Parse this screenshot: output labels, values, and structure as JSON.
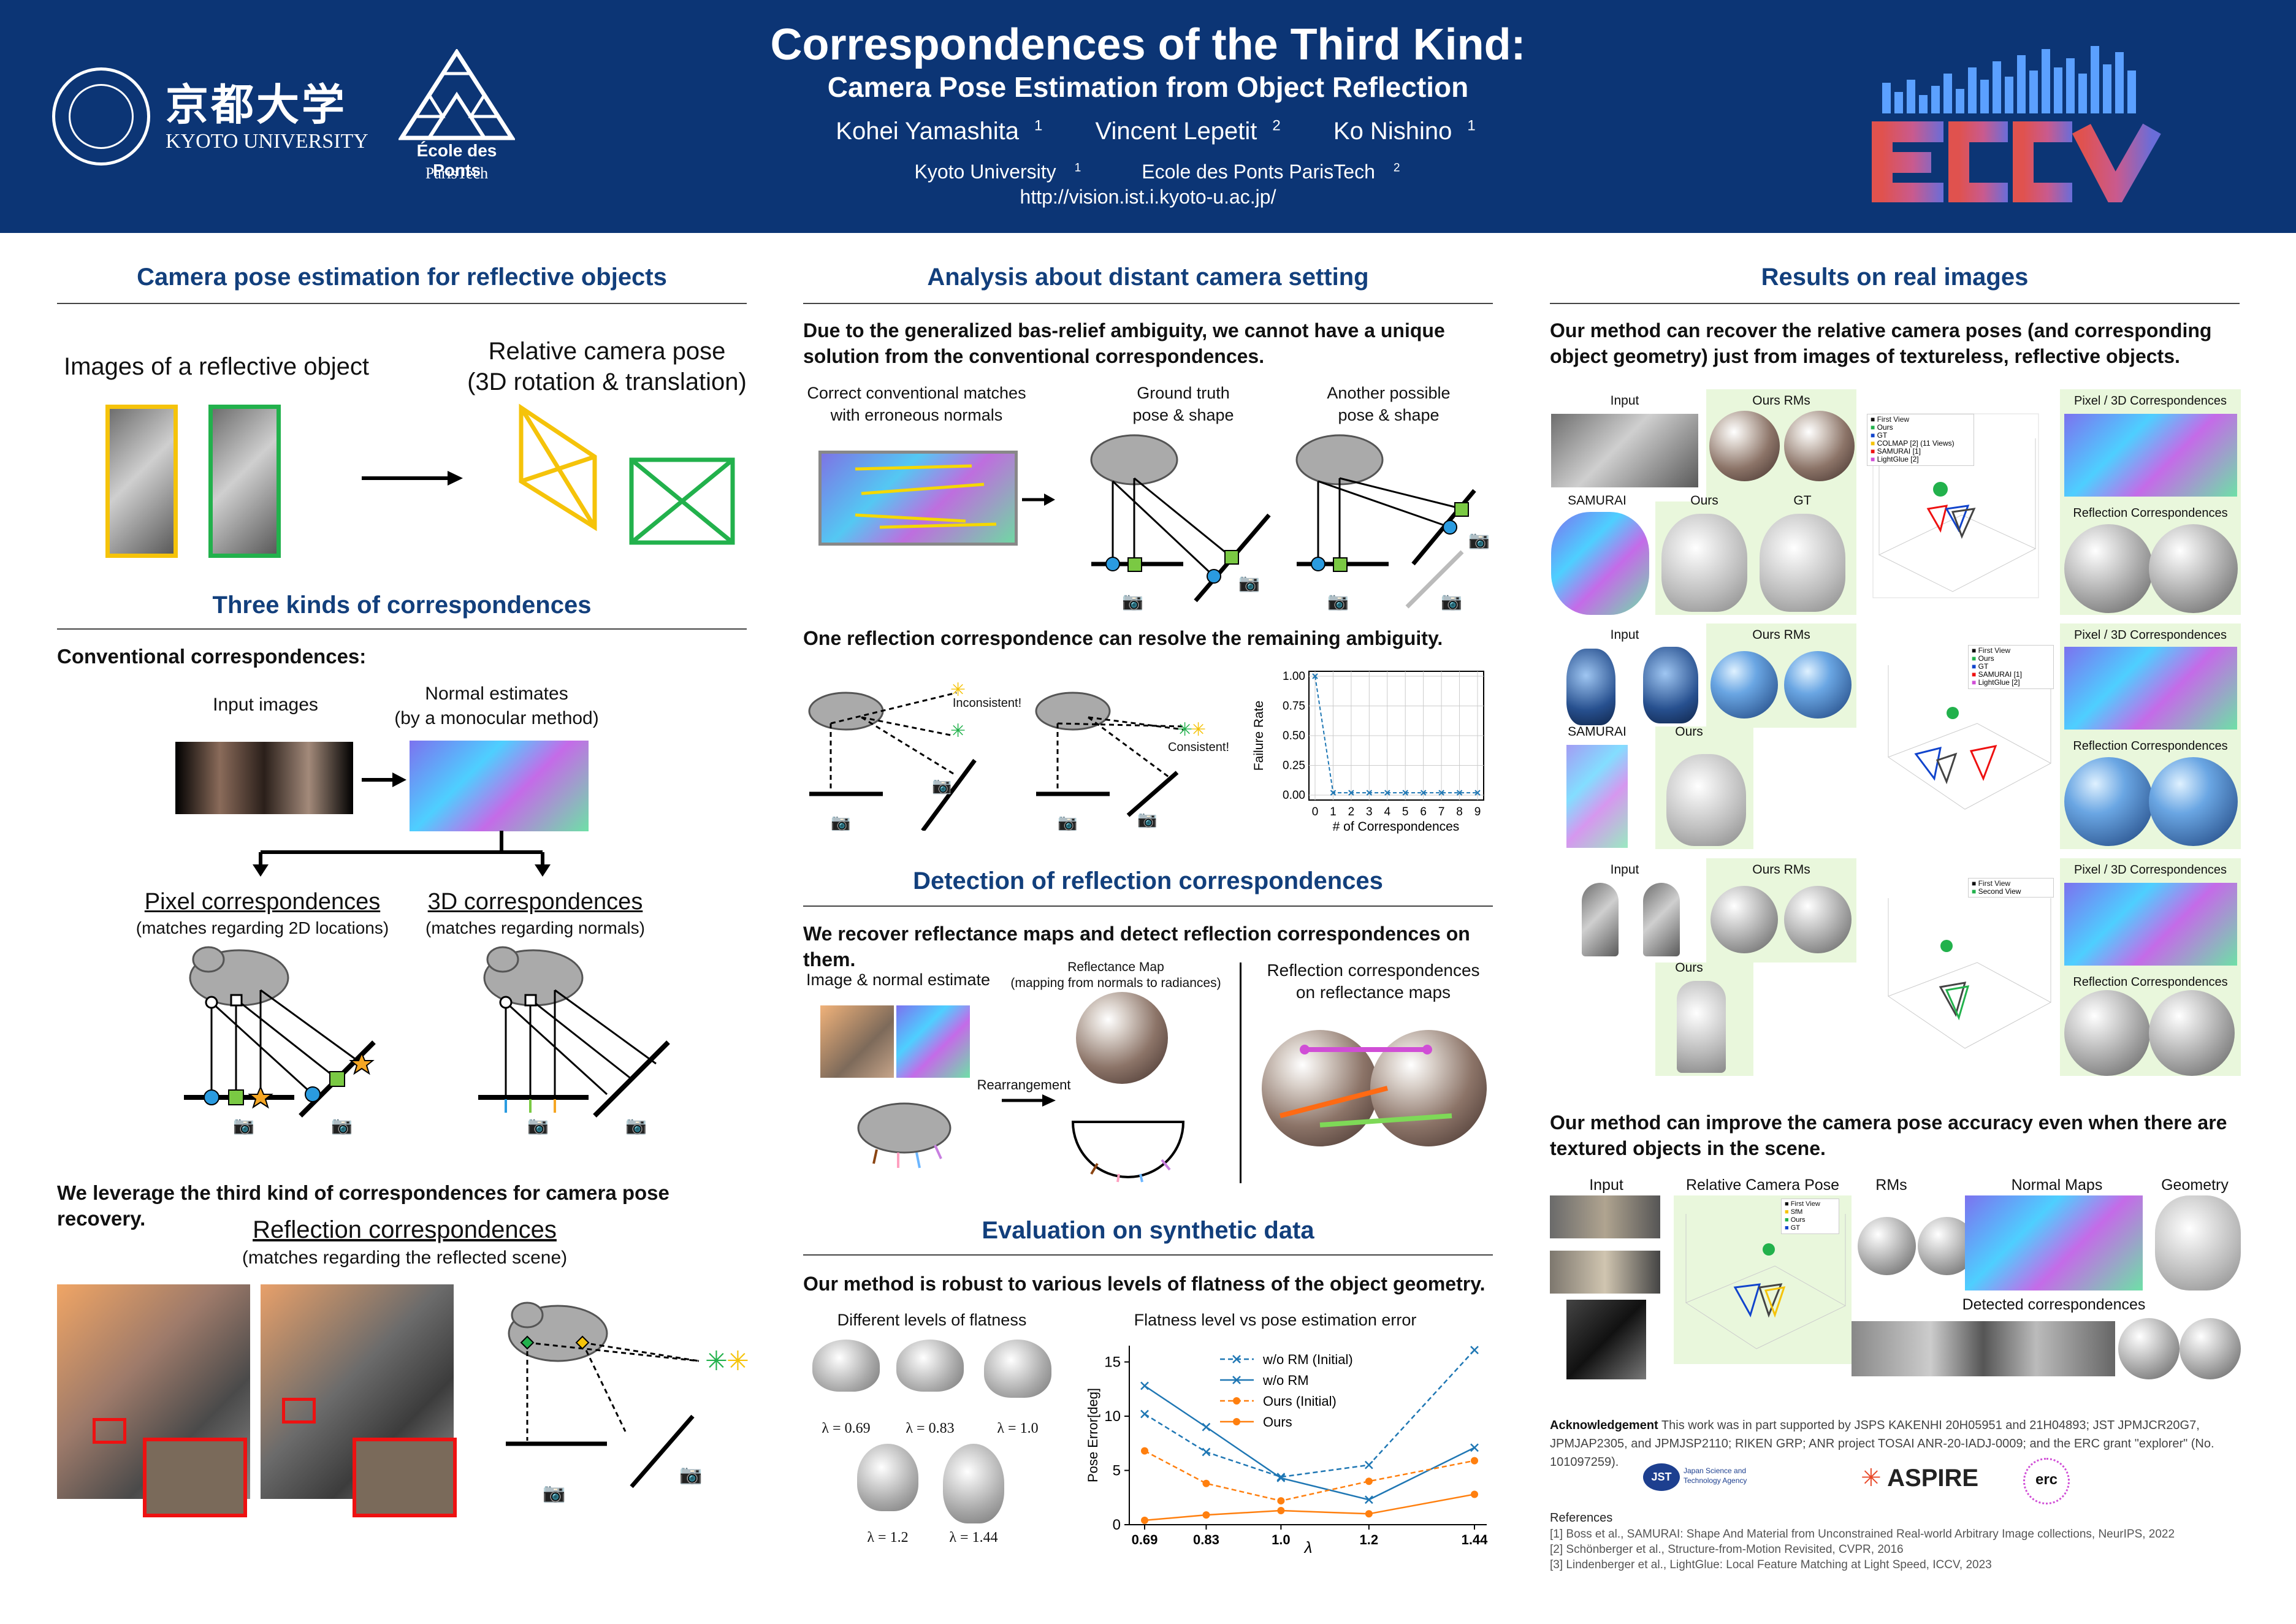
{
  "header": {
    "title_line1": "Correspondences of the Third Kind:",
    "title_line2": "Camera Pose Estimation from Object Reflection",
    "authors": [
      {
        "name": "Kohei Yamashita",
        "sup": "1"
      },
      {
        "name": "Vincent Lepetit",
        "sup": "2"
      },
      {
        "name": "Ko Nishino",
        "sup": "1"
      }
    ],
    "affiliations": [
      {
        "name": "Kyoto University",
        "sup": "1"
      },
      {
        "name": "Ecole des Ponts ParisTech",
        "sup": "2"
      }
    ],
    "url": "http://vision.ist.i.kyoto-u.ac.jp/",
    "kyoto_jp": "京都大学",
    "kyoto_en": "KYOTO UNIVERSITY",
    "ponts_name": "École des Ponts",
    "ponts_sub": "ParisTech"
  },
  "col1": {
    "sec1_title": "Camera pose estimation for reflective objects",
    "images_label": "Images of a reflective object",
    "pose_label_1": "Relative camera pose",
    "pose_label_2": "(3D rotation & translation)",
    "sec2_title": "Three kinds of correspondences",
    "conventional": "Conventional correspondences:",
    "input_images": "Input images",
    "normal_est_1": "Normal estimates",
    "normal_est_2": "(by a monocular method)",
    "pixel_corr": "Pixel correspondences",
    "pixel_corr_sub": "(matches regarding 2D locations)",
    "corr3d": "3D correspondences",
    "corr3d_sub": "(matches regarding normals)",
    "leverage": "We leverage the third kind of correspondences for camera pose recovery.",
    "refl_corr": "Reflection correspondences",
    "refl_corr_sub": "(matches regarding the reflected scene)"
  },
  "col2": {
    "sec1_title": "Analysis about distant camera setting",
    "sec1_text": "Due to the generalized bas-relief ambiguity, we cannot have a unique solution from the conventional correspondences.",
    "cap_a1": "Correct conventional matches",
    "cap_a2": "with erroneous normals",
    "cap_b1": "Ground truth",
    "cap_b2": "pose & shape",
    "cap_c1": "Another possible",
    "cap_c2": "pose & shape",
    "resolve_text": "One reflection correspondence can resolve the remaining ambiguity.",
    "inconsistent": "Inconsistent!",
    "consistent": "Consistent!",
    "sec2_title": "Detection of reflection correspondences",
    "sec2_text": "We recover reflectance maps and detect reflection correspondences on them.",
    "img_normal": "Image & normal estimate",
    "rm_title": "Reflectance Map",
    "rm_sub": "(mapping from normals to radiances)",
    "rearrangement": "Rearrangement",
    "refl_on_rm_1": "Reflection correspondences",
    "refl_on_rm_2": "on reflectance maps",
    "sec3_title": "Evaluation on synthetic data",
    "sec3_text": "Our method is robust to various levels of flatness of the object geometry.",
    "flatness_label": "Different levels of flatness",
    "flat_vs_err": "Flatness level vs pose estimation error",
    "lambdas": [
      "λ = 0.69",
      "λ = 0.83",
      "λ = 1.0",
      "λ = 1.2",
      "λ = 1.44"
    ]
  },
  "col3": {
    "sec1_title": "Results on real images",
    "text1": "Our method can recover the relative camera poses (and corresponding object geometry) just from images of textureless, reflective objects.",
    "input": "Input",
    "ours_rms": "Ours RMs",
    "samurai": "SAMURAI",
    "ours": "Ours",
    "gt": "GT",
    "pixel3d": "Pixel / 3D Correspondences",
    "refl_corr": "Reflection Correspondences",
    "legend1": [
      "First View",
      "Ours",
      "GT",
      "COLMAP [2] (11 Views)",
      "SAMURAI [1]",
      "LightGlue [2]"
    ],
    "legend2": [
      "First View",
      "Ours",
      "GT",
      "SAMURAI [1]",
      "LightGlue [2]"
    ],
    "legend3": [
      "First View",
      "Second View"
    ],
    "legend4": [
      "First View",
      "SfM",
      "Ours",
      "GT"
    ],
    "text2": "Our method can improve the camera pose accuracy even when there are textured objects in the scene.",
    "rel_cam_pose": "Relative Camera Pose",
    "rms": "RMs",
    "normal_maps": "Normal Maps",
    "geometry": "Geometry",
    "detected_corr": "Detected correspondences",
    "ack_label": "Acknowledgement",
    "ack_text": "This work was in part supported by JSPS KAKENHI 20H05951 and 21H04893; JST JPMJCR20G7, JPMJAP2305, and JPMJSP2110; RIKEN GRP; ANR project TOSAI ANR-20-IADJ-0009; and the ERC grant \"explorer\" (No. 101097259).",
    "jst_name": "Japan Science and Technology Agency",
    "jst_abbr": "JST",
    "aspire": "ASPIRE",
    "erc": "erc",
    "refs_title": "References",
    "refs": [
      "[1] Boss et al., SAMURAI: Shape And Material from Unconstrained Real-world Arbitrary Image collections, NeurIPS, 2022",
      "[2] Schönberger et al., Structure-from-Motion Revisited, CVPR, 2016",
      "[3] Lindenberger et al., LightGlue: Local Feature Matching at Light Speed, ICCV, 2023"
    ]
  },
  "chart_data": [
    {
      "type": "line",
      "title": "",
      "xlabel": "# of Correspondences",
      "ylabel": "Failure Rate",
      "x": [
        0,
        1,
        2,
        3,
        4,
        5,
        6,
        7,
        8,
        9
      ],
      "series": [
        {
          "values": [
            1.0,
            0.02,
            0.02,
            0.02,
            0.02,
            0.02,
            0.02,
            0.02,
            0.02,
            0.02
          ]
        }
      ],
      "xlim": [
        0,
        9
      ],
      "ylim": [
        0,
        1
      ],
      "yticks": [
        "0.00",
        "0.25",
        "0.50",
        "0.75",
        "1.00"
      ],
      "grid": true,
      "color": "#1f77b4"
    },
    {
      "type": "line",
      "title": "",
      "xlabel": "λ",
      "ylabel": "Pose Error[deg]",
      "x": [
        0.69,
        0.83,
        1.0,
        1.2,
        1.44
      ],
      "xticks": [
        "0.69",
        "0.83",
        "1.0",
        "1.2",
        "1.44"
      ],
      "ylim": [
        0,
        16.5
      ],
      "yticks": [
        0,
        5,
        10,
        15
      ],
      "legend": "top-left",
      "series": [
        {
          "name": "w/o RM (Initial)",
          "values": [
            10.2,
            6.7,
            4.4,
            5.5,
            16.1
          ],
          "color": "#1f77b4",
          "dashed": true,
          "marker": "x"
        },
        {
          "name": "w/o RM",
          "values": [
            12.8,
            9.0,
            4.3,
            2.3,
            7.1
          ],
          "color": "#1f77b4",
          "dashed": false,
          "marker": "x"
        },
        {
          "name": "Ours (Initial)",
          "values": [
            6.8,
            3.8,
            2.2,
            4.0,
            5.9
          ],
          "color": "#ff7f0e",
          "dashed": true,
          "marker": "o"
        },
        {
          "name": "Ours",
          "values": [
            0.4,
            0.9,
            1.3,
            1.0,
            2.8
          ],
          "color": "#ff7f0e",
          "dashed": false,
          "marker": "o"
        }
      ]
    }
  ]
}
